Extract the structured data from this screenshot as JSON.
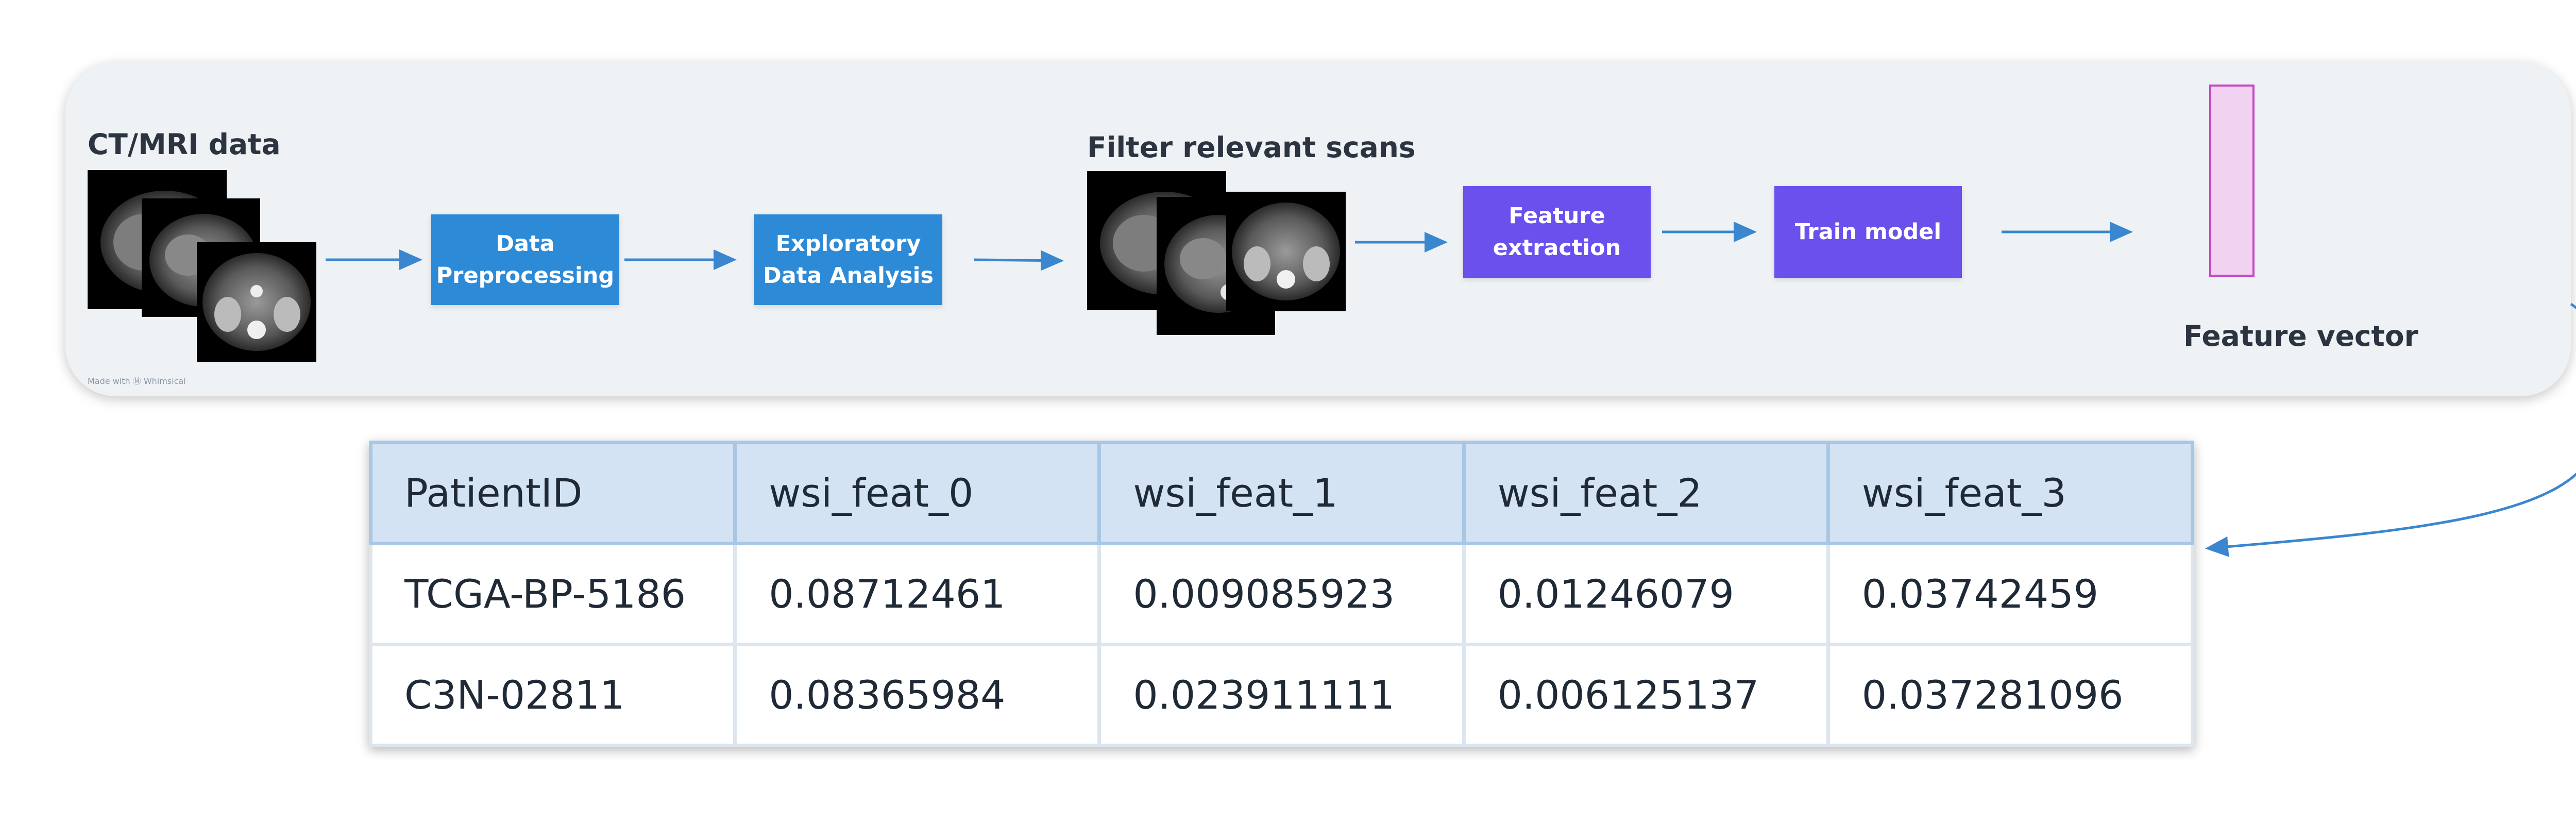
{
  "pipeline": {
    "input_label": "CT/MRI data",
    "steps": [
      "Data Preprocessing",
      "Exploratory Data Analysis"
    ],
    "filter_label": "Filter relevant scans",
    "model_steps": [
      "Feature extraction",
      "Train model"
    ],
    "output_label": "Feature vector",
    "made_with": "Made with Ⓜ Whimsical"
  },
  "colors": {
    "panel": "#eff2f5",
    "blue_step": "#2c8ad6",
    "purple_step": "#6b50ee",
    "vector_fill": "#f1d3f1",
    "vector_border": "#c648c6",
    "arrow": "#3a86cf"
  },
  "table": {
    "headers": [
      "PatientID",
      "wsi_feat_0",
      "wsi_feat_1",
      "wsi_feat_2",
      "wsi_feat_3"
    ],
    "rows": [
      [
        "TCGA-BP-5186",
        "0.08712461",
        "0.009085923",
        "0.01246079",
        "0.03742459"
      ],
      [
        "C3N-02811",
        "0.08365984",
        "0.023911111",
        "0.006125137",
        "0.037281096"
      ]
    ]
  }
}
